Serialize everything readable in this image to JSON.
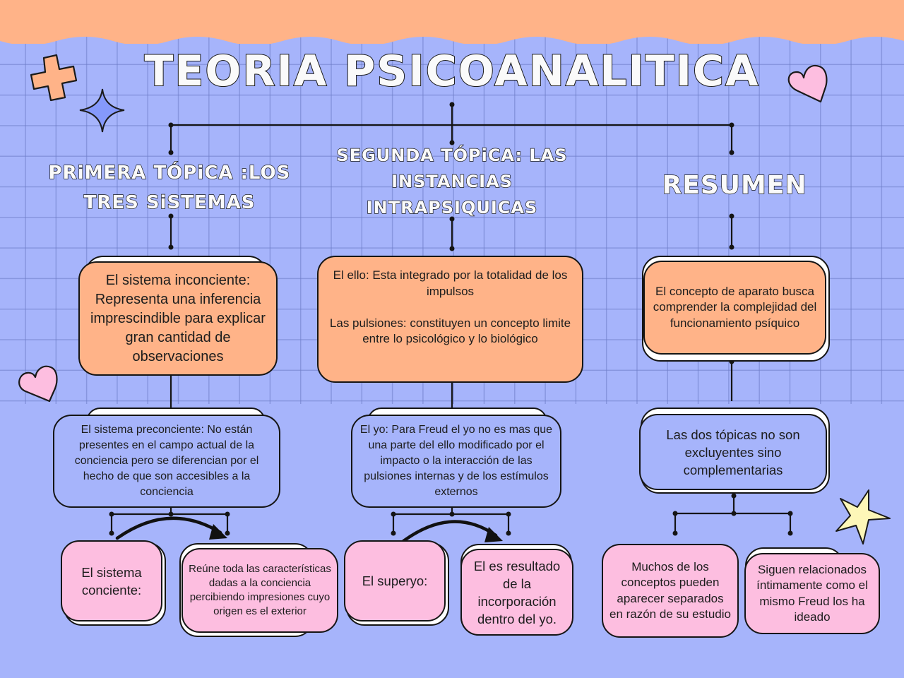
{
  "title": "TEORIA PSICOANALITICA",
  "colors": {
    "background": "#a6b4fb",
    "banner": "#ffb388",
    "orange_card": "#ffb388",
    "pink_card": "#fdbee0",
    "blue_card": "#a6b4fb",
    "star_yellow": "#fdf7b8",
    "heart_pink": "#fdbee0",
    "sparkle_blue": "#8599fb"
  },
  "columns": [
    {
      "heading": "PRiMERA TÓPiCA :LOS TRES SiSTEMAS",
      "main_card": "El sistema inconciente: Representa una inferencia imprescindible para explicar gran cantidad de observaciones",
      "secondary_card": "El sistema preconciente: No están presentes en el campo actual de la conciencia pero se diferencian por el hecho de que son accesibles a la conciencia",
      "leaf_cards": [
        "El sistema conciente:",
        "Reúne toda las características dadas a la conciencia percibiendo impresiones cuyo origen es el exterior"
      ]
    },
    {
      "heading": "SEGUNDA TÓPiCA: LAS INSTANCIAS INTRAPSIQUICAS",
      "main_card": "El ello: Esta integrado por la totalidad de los impulsos\n\nLas pulsiones: constituyen un concepto limite entre lo psicológico y lo biológico",
      "secondary_card": "El yo: Para Freud el yo no es mas que una parte del ello modificado por el impacto o la interacción de las pulsiones internas y de los estímulos externos",
      "leaf_cards": [
        "El superyo:",
        "El es resultado de la incorporación dentro del yo."
      ]
    },
    {
      "heading": "RESUMEN",
      "main_card": "El concepto de aparato busca comprender la complejidad del funcionamiento psíquico",
      "secondary_card": "Las dos tópicas no son excluyentes sino complementarias",
      "leaf_cards": [
        "Muchos de los conceptos pueden aparecer separados en razón de su estudio",
        "Siguen relacionados íntimamente como el mismo Freud los ha ideado"
      ]
    }
  ],
  "decorations": [
    "plus-icon",
    "sparkle-icon",
    "heart-icon",
    "heart-icon",
    "star-icon"
  ]
}
